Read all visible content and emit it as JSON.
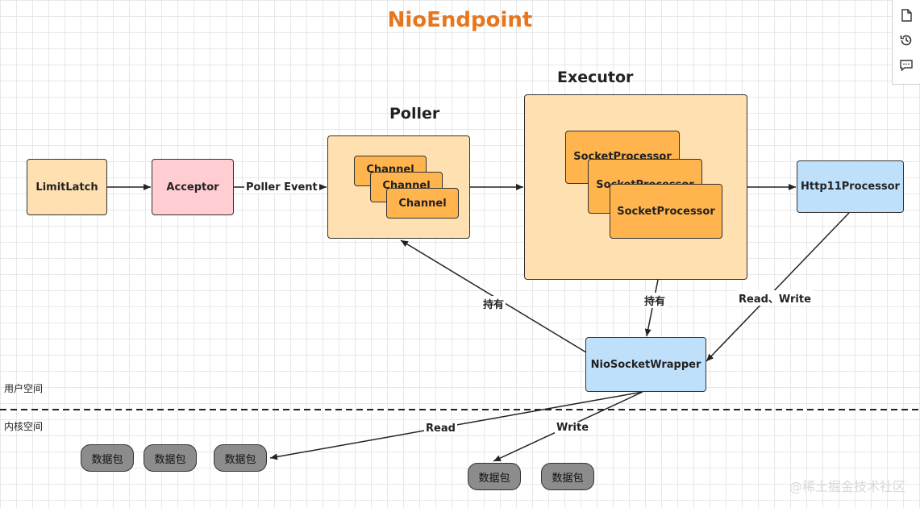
{
  "title": "NioEndpoint",
  "sections": {
    "poller": "Poller",
    "executor": "Executor"
  },
  "nodes": {
    "limitlatch": "LimitLatch",
    "acceptor": "Acceptor",
    "channel": "Channel",
    "socket_processor": "SocketProcessor",
    "http11": "Http11Processor",
    "wrapper": "NioSocketWrapper"
  },
  "edge_labels": {
    "poller_event": "Poller Event",
    "hold_poller": "持有",
    "hold_processor": "持有",
    "read_write": "Read、Write",
    "read": "Read",
    "write": "Write"
  },
  "regions": {
    "user_space": "用户空间",
    "kernel_space": "内核空间"
  },
  "packet_label": "数据包",
  "watermark": "@稀土掘金技术社区",
  "toolbar": [
    "page-icon",
    "history-icon",
    "comment-icon"
  ],
  "colors": {
    "title": "#e8761c",
    "light_orange": "#ffe0b0",
    "orange": "#ffb44e",
    "pink": "#ffcdd2",
    "blue": "#bfe0fb",
    "gray": "#8c8c8c"
  }
}
